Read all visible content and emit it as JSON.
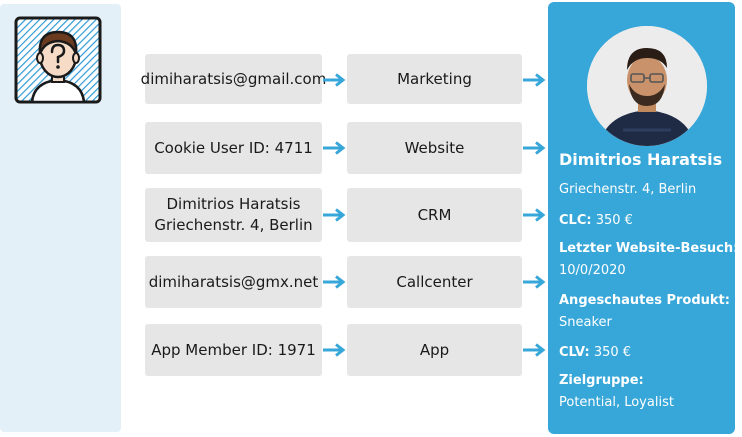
{
  "sources": [
    {
      "lines": [
        "dimiharatsis@gmail.com"
      ]
    },
    {
      "lines": [
        "Cookie User ID: 4711"
      ]
    },
    {
      "lines": [
        "Dimitrios Haratsis",
        "Griechenstr. 4, Berlin"
      ]
    },
    {
      "lines": [
        "dimiharatsis@gmx.net"
      ]
    },
    {
      "lines": [
        "App Member ID: 1971"
      ]
    }
  ],
  "channels": [
    "Marketing",
    "Website",
    "CRM",
    "Callcenter",
    "App"
  ],
  "profile": {
    "name": "Dimitrios Haratsis",
    "address": "Griechenstr. 4, Berlin",
    "clc_label": "CLC:",
    "clc_value": "350 €",
    "last_visit_label": "Letzter Website-Besuch:",
    "last_visit_value": "10/0/2020",
    "product_label": "Angeschautes Produkt:",
    "product_value": "Sneaker",
    "clv_label": "CLV:",
    "clv_value": "350 €",
    "segment_label": "Zielgruppe:",
    "segment_value": "Potential, Loyalist"
  },
  "colors": {
    "accent": "#37a6d8",
    "panel_light": "#e3f0f8",
    "box": "#e6e6e6"
  },
  "icons": {
    "unknown_user": "unknown-person-question-icon",
    "arrow": "arrow-right-icon"
  }
}
